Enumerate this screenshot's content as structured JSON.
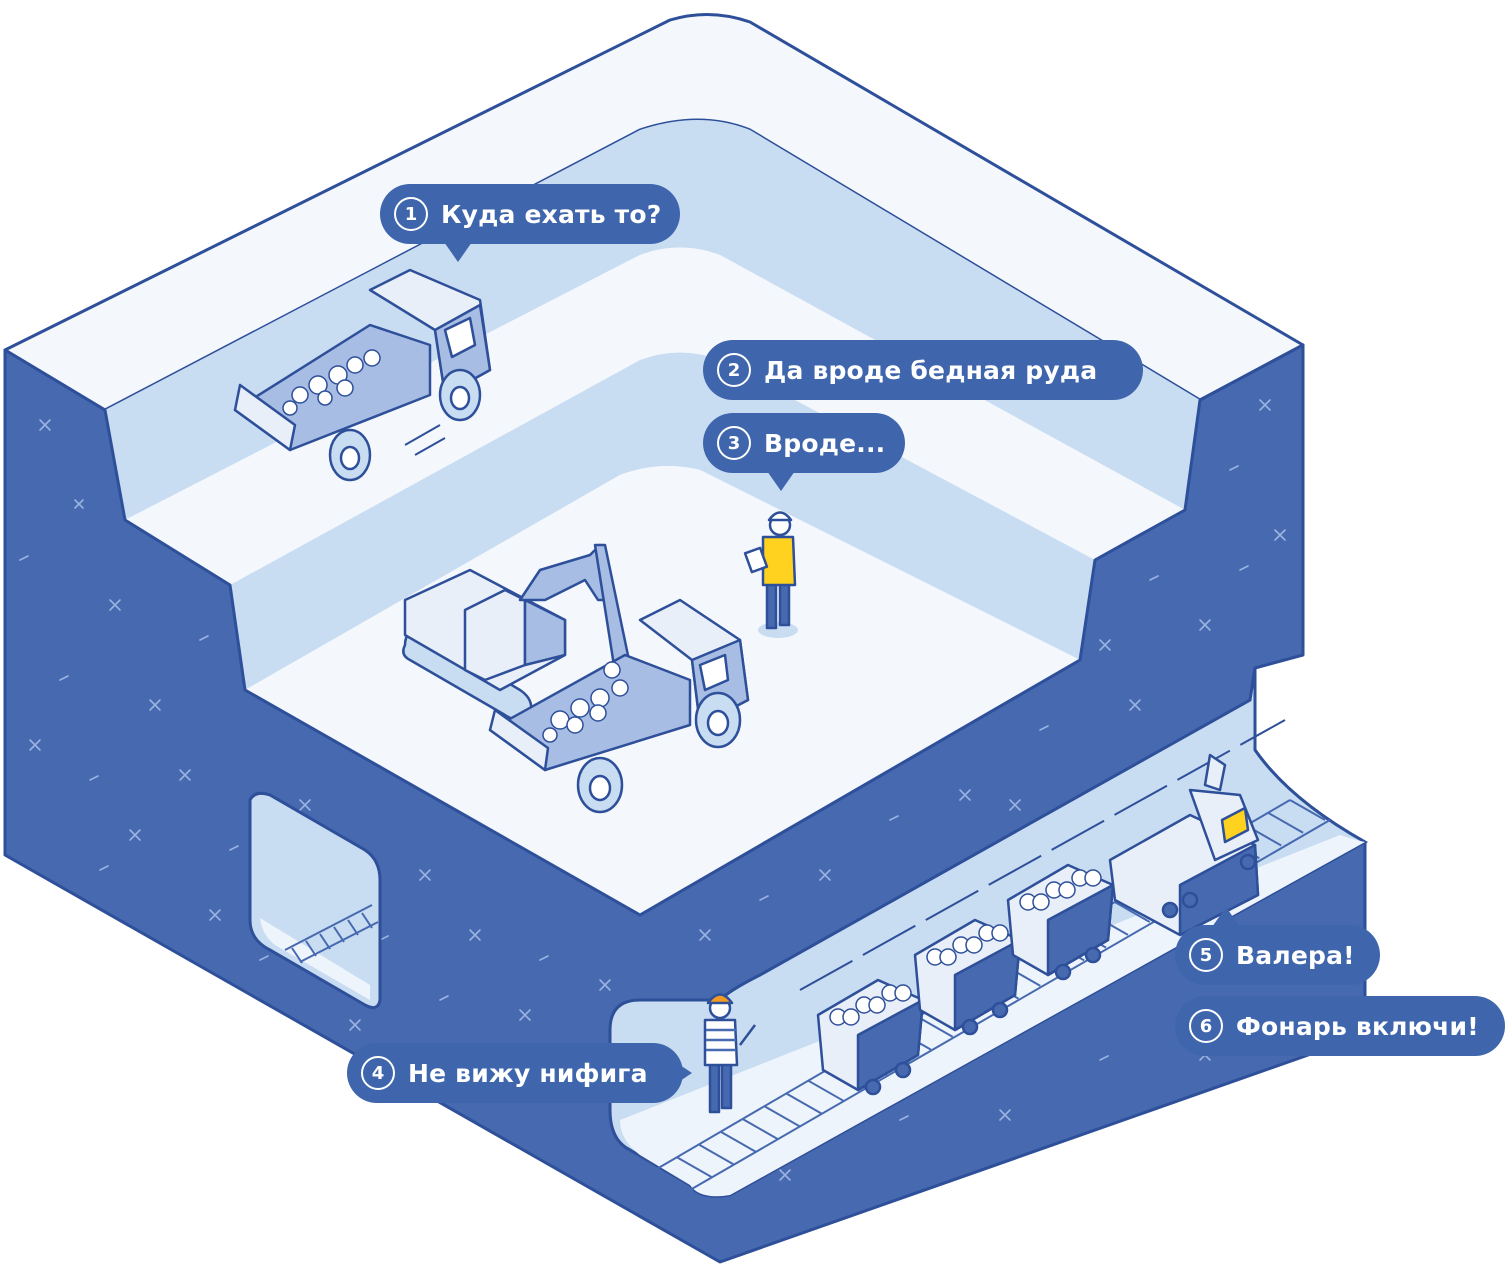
{
  "colors": {
    "rock": "#4669b0",
    "outline": "#2e4f99",
    "bench_light": "#c8dcf2",
    "bench_white": "#f4f8fd",
    "machine_body": "#e9eff8",
    "machine_dark": "#a7bde3",
    "vest": "#ffd21f",
    "helmet": "#f29a22"
  },
  "bubbles": [
    {
      "num": "1",
      "text": "Куда ехать то?"
    },
    {
      "num": "2",
      "text": "Да вроде бедная руда"
    },
    {
      "num": "3",
      "text": "Вроде..."
    },
    {
      "num": "4",
      "text": "Не вижу нифига"
    },
    {
      "num": "5",
      "text": "Валера!"
    },
    {
      "num": "6",
      "text": "Фонарь включи!"
    }
  ]
}
